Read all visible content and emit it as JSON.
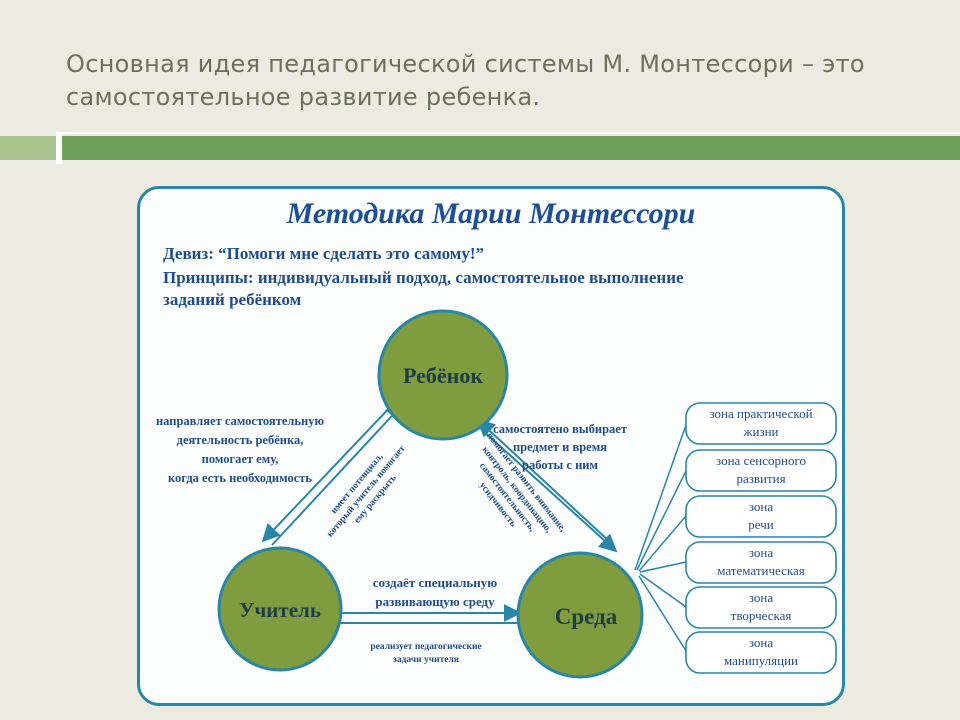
{
  "slide": {
    "title_line1": "Основная идея  педагогической системы М. Монтессори – это",
    "title_line2": "самостоятельное развитие ребенка."
  },
  "diagram": {
    "title": "Методика Марии Монтессори",
    "motto": "Девиз:  “Помоги мне сделать это самому!”",
    "principles_line1": "Принципы: индивидуальный подход, самостоятельное выполнение",
    "principles_line2": "заданий ребёнком",
    "nodes": {
      "child": "Ребёнок",
      "teacher": "Учитель",
      "environment": "Среда"
    },
    "edges": {
      "teacher_child": [
        "направляет самостоятельную",
        "деятельность  ребёнка,",
        "помогает ему,",
        "когда есть необходимость"
      ],
      "child_teacher": [
        "имеет потенциал,",
        "который учитель помогает",
        "ему раскрыть"
      ],
      "child_env": [
        "самостоятено выбирает",
        "предмет и время",
        "работы с ним"
      ],
      "env_child": [
        "помогает развить внимание,",
        "контроль, координацию,",
        "самостоятельность,",
        "усидчивость"
      ],
      "teacher_env": [
        "создаёт специальную",
        "развивающую среду"
      ],
      "env_teacher": [
        "реализует педагогические",
        "задачи учителя"
      ]
    },
    "zones": [
      [
        "зона практической",
        "жизни"
      ],
      [
        "зона сенсорного",
        "развития"
      ],
      [
        "зона",
        "речи"
      ],
      [
        "зона",
        "математическая"
      ],
      [
        "зона",
        "творческая"
      ],
      [
        "зона",
        "манипуляции"
      ]
    ],
    "colors": {
      "circle": "#7f9c3f",
      "circle_border": "#2a86a6",
      "text": "#1f4d8c",
      "arrow": "#2a86a6"
    }
  }
}
